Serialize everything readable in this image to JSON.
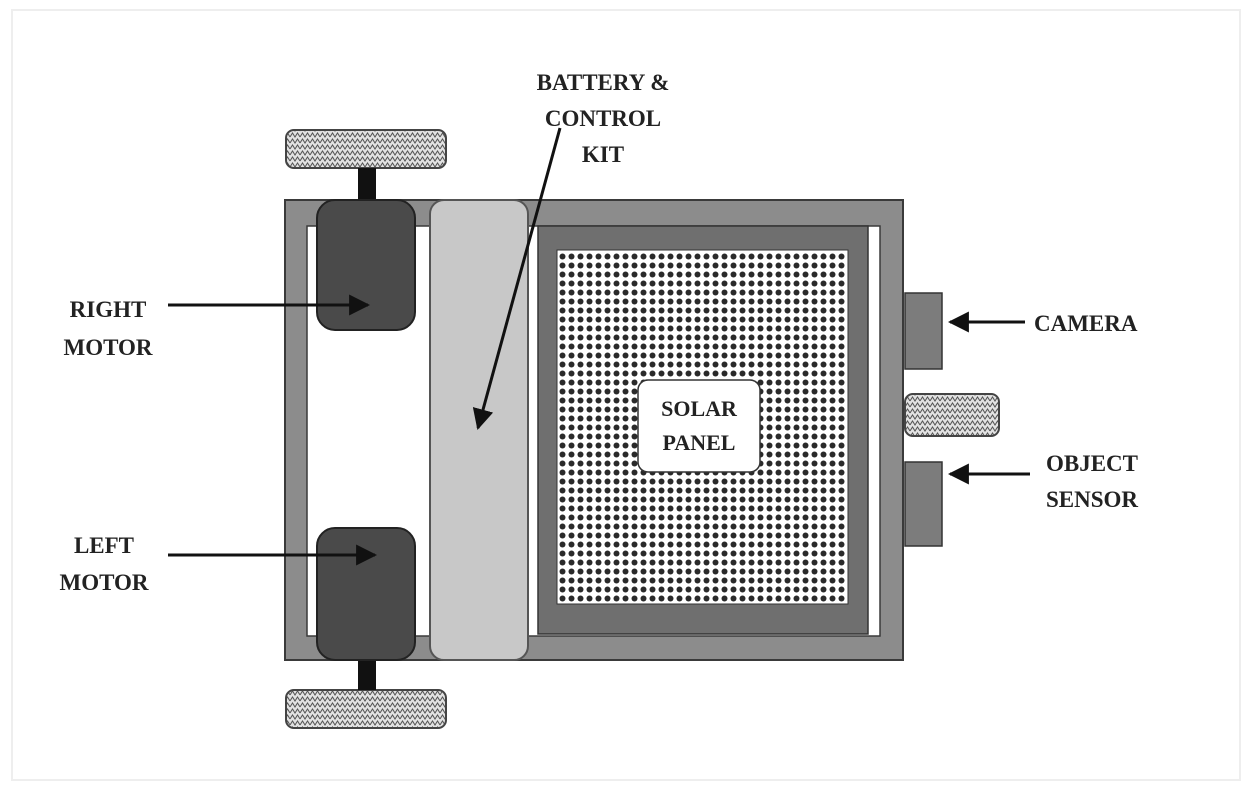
{
  "labels": {
    "battery": [
      "BATTERY &",
      "CONTROL",
      "KIT"
    ],
    "right_motor": [
      "RIGHT",
      "MOTOR"
    ],
    "left_motor": [
      "LEFT",
      "MOTOR"
    ],
    "solar_panel": [
      "SOLAR",
      "PANEL"
    ],
    "camera": [
      "CAMERA"
    ],
    "object_sensor": [
      "OBJECT",
      "SENSOR"
    ]
  },
  "colors": {
    "chassis": "#8c8c8c",
    "chassis_border": "#3a3a3a",
    "motor": "#4a4a4a",
    "battery": "#c8c8c8",
    "panel_frame": "#6f6f6f",
    "dot": "#2a2a2a",
    "wheel": "#cfcfcf",
    "arrow": "#111111",
    "sensor_block": "#7c7c7c"
  }
}
